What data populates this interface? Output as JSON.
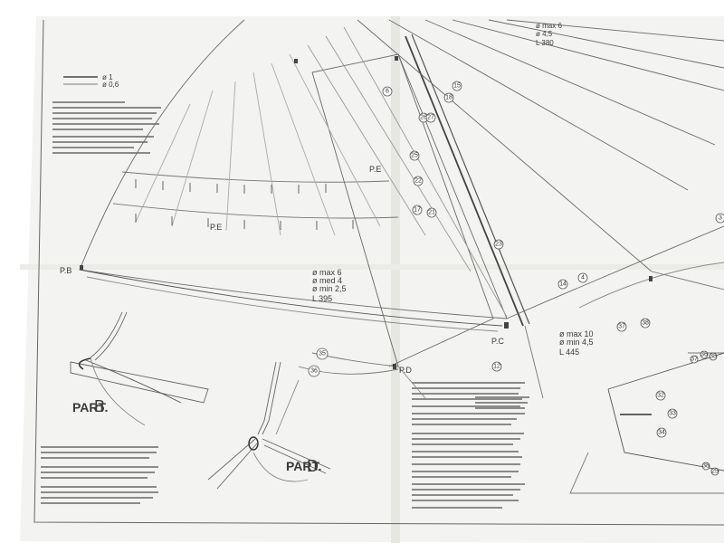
{
  "legend": {
    "line1_label": "ø 1",
    "line2_label": "ø 0,6"
  },
  "sail_labels": {
    "pe_left": "P.E",
    "pe_right": "P.E",
    "pb": "P.B",
    "pc": "P.C",
    "pd": "P.D"
  },
  "spec_left": {
    "max": "ø max  6",
    "med": "ø med  4",
    "min": "ø min  2,5",
    "length": "L    395"
  },
  "spec_right": {
    "max": "ø max  10",
    "min": "ø min  4,5",
    "length": "L    445"
  },
  "spec_top": {
    "max": "ø max  6",
    "min": "ø  4,5",
    "length": "L  380"
  },
  "detail_b": {
    "prefix": "PART.",
    "letter": "B"
  },
  "detail_d": {
    "prefix": "PART.",
    "letter": "D"
  },
  "callouts": [
    "6",
    "15",
    "18",
    "26",
    "27",
    "25",
    "22",
    "17",
    "21",
    "23",
    "4",
    "14",
    "12",
    "35",
    "36",
    "37",
    "38",
    "3",
    "32",
    "33",
    "34",
    "36",
    "37",
    "38",
    "38",
    "25"
  ]
}
